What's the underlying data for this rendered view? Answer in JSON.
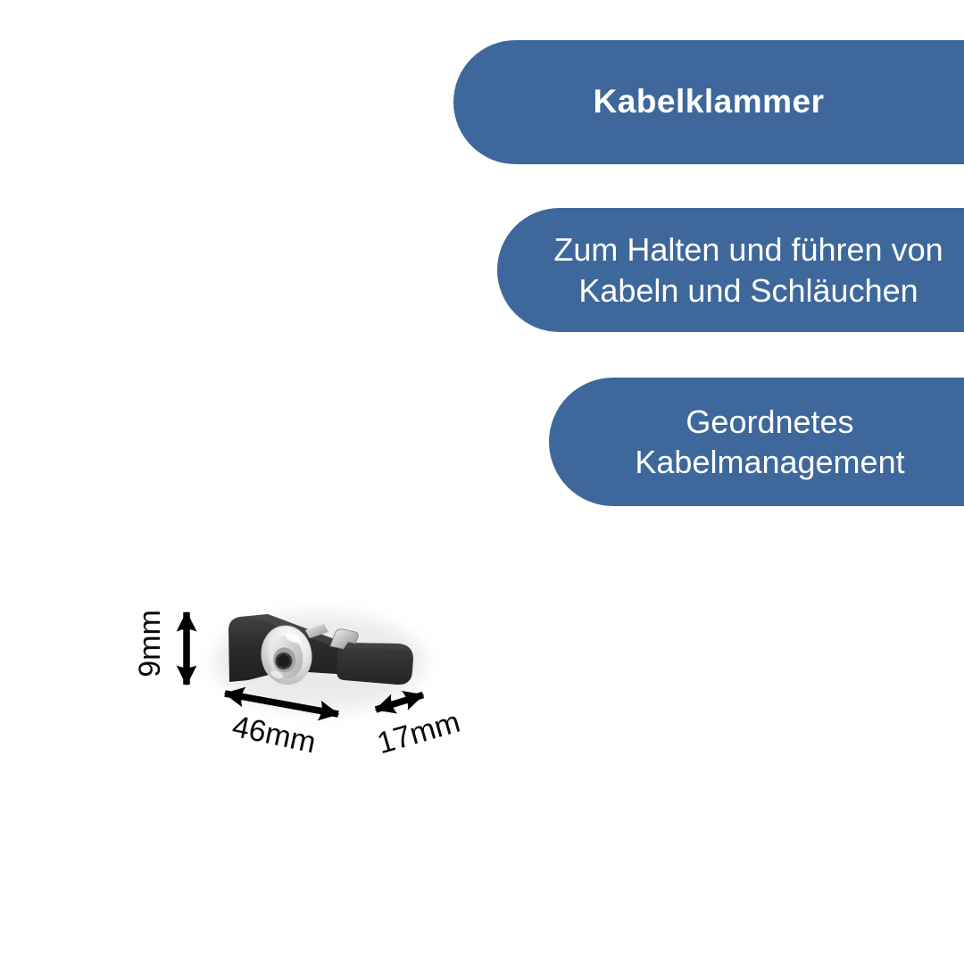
{
  "page": {
    "background_color": "#ffffff",
    "accent_color": "#3e689b",
    "text_on_accent_color": "#ffffff",
    "annotation_color": "#000000"
  },
  "banners": [
    {
      "label": "Kabelklammer"
    },
    {
      "label": "Zum Halten und führen von\nKabeln und Schläuchen"
    },
    {
      "label": "Geordnetes\nKabelmanagement"
    }
  ],
  "product": {
    "dimensions": {
      "height": "9mm",
      "length": "46mm",
      "depth": "17mm"
    }
  }
}
